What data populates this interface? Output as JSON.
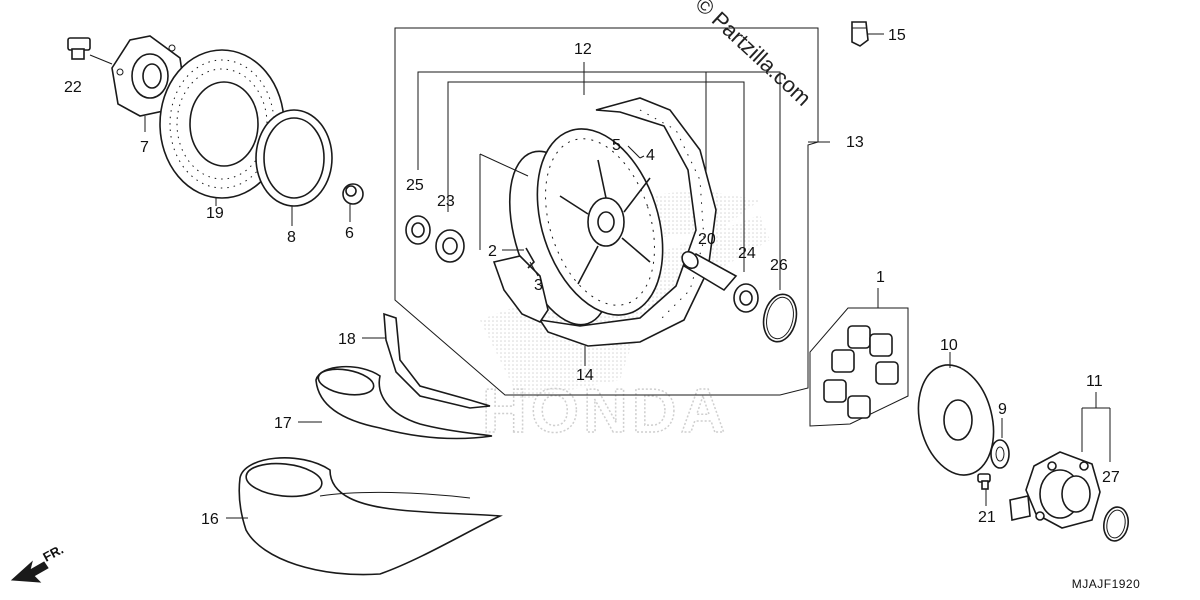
{
  "watermark": "© Partzilla.com",
  "brand_mark": "HONDA",
  "diagram_code": "MJAJF1920",
  "direction_label": "FR.",
  "callouts": {
    "c1": "1",
    "c2": "2",
    "c3": "3",
    "c4": "4",
    "c5": "5",
    "c6": "6",
    "c7": "7",
    "c8": "8",
    "c9": "9",
    "c10": "10",
    "c11": "11",
    "c12": "12",
    "c13": "13",
    "c14": "14",
    "c15": "15",
    "c16": "16",
    "c17": "17",
    "c18": "18",
    "c19": "19",
    "c20": "20",
    "c21": "21",
    "c22": "22",
    "c23": "23",
    "c24": "24",
    "c25": "25",
    "c26": "26",
    "c27": "27"
  },
  "colors": {
    "line": "#1a1a1a",
    "watermark_gray": "#cfcfcf",
    "background": "#ffffff"
  }
}
